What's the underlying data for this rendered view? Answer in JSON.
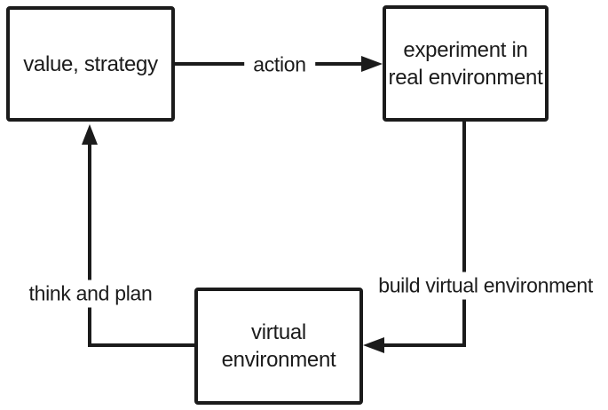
{
  "diagram": {
    "background_color": "#ffffff",
    "stroke_color": "#1b1b1b",
    "nodes": [
      {
        "id": "value-strategy",
        "label": "value, strategy"
      },
      {
        "id": "experiment-real-environment",
        "label": "experiment in\nreal environment"
      },
      {
        "id": "virtual-environment",
        "label": "virtual\nenvironment"
      }
    ],
    "edges": [
      {
        "id": "action",
        "label": "action",
        "from": "value-strategy",
        "to": "experiment-real-environment",
        "direction": "right"
      },
      {
        "id": "build-virtual-environment",
        "label": "build virtual environment",
        "from": "experiment-real-environment",
        "to": "virtual-environment",
        "direction": "down-then-left"
      },
      {
        "id": "think-and-plan",
        "label": "think and plan",
        "from": "virtual-environment",
        "to": "value-strategy",
        "direction": "left-then-up"
      }
    ]
  }
}
